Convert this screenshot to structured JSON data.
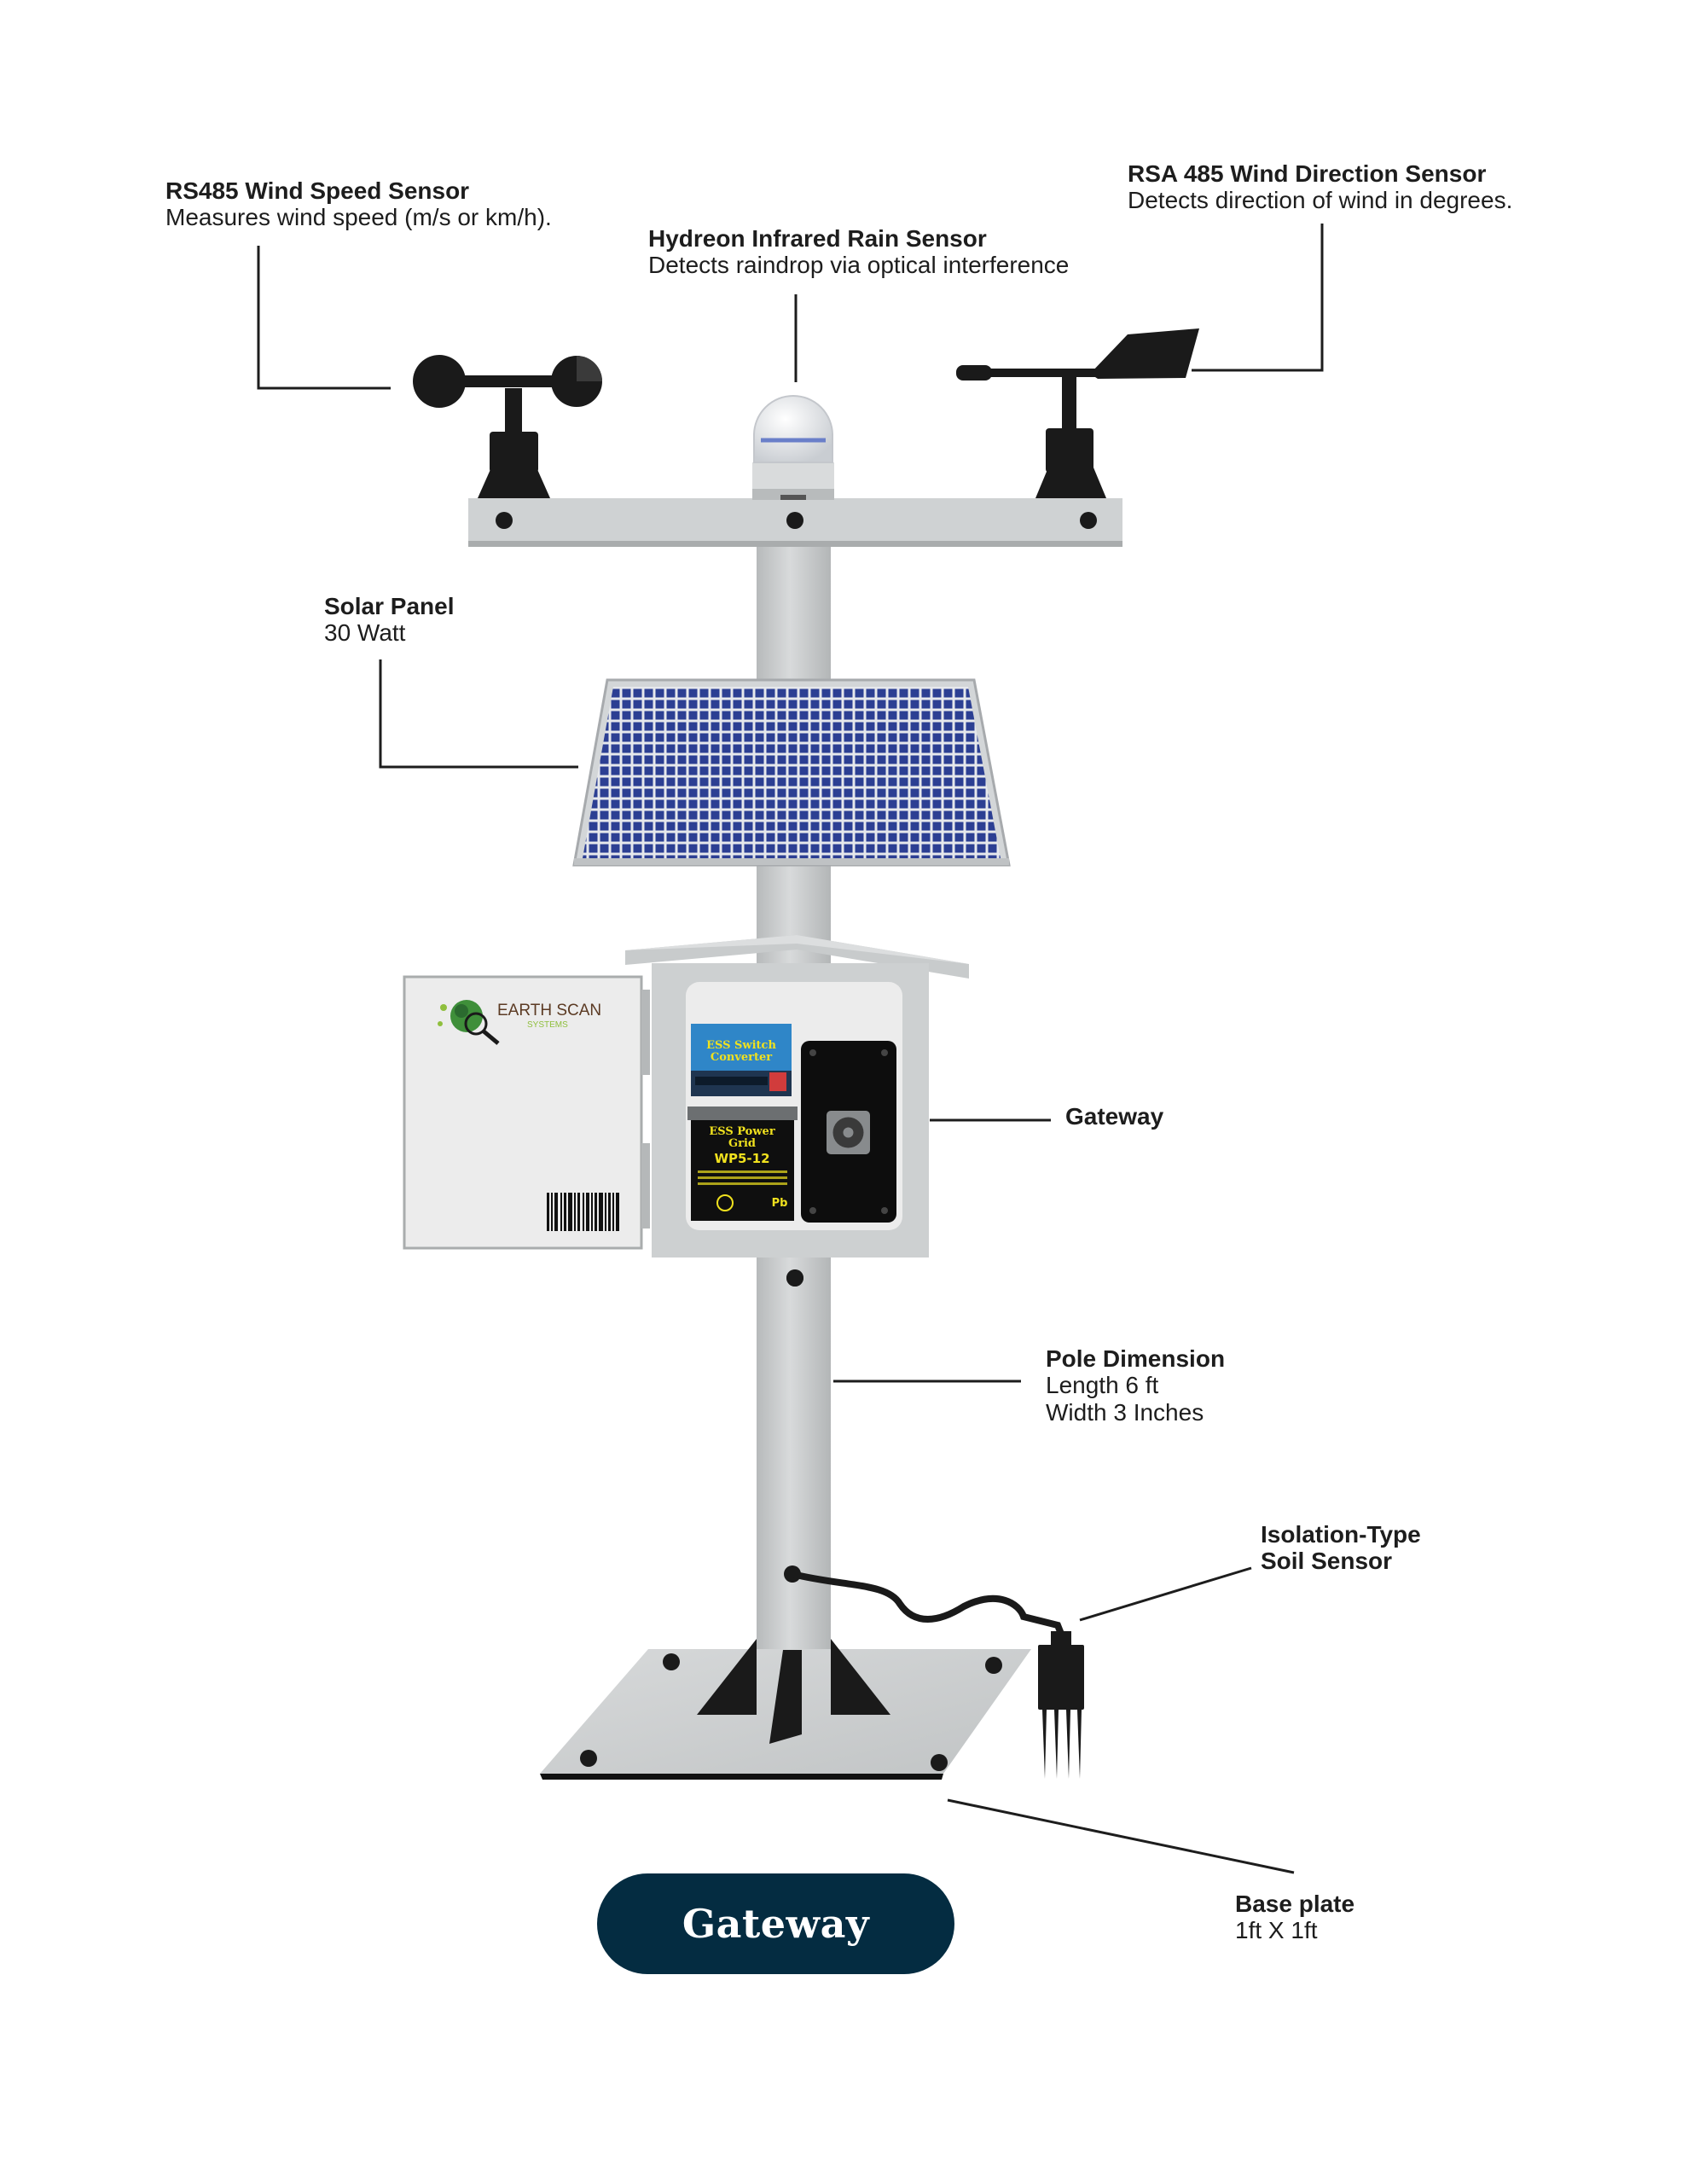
{
  "labels": {
    "wind_speed": {
      "title": "RS485 Wind Speed Sensor",
      "subtitle": "Measures wind speed (m/s or km/h)."
    },
    "rain": {
      "title": "Hydreon Infrared Rain Sensor",
      "subtitle": "Detects raindrop via optical interference"
    },
    "wind_direction": {
      "title": "RSA 485 Wind Direction Sensor",
      "subtitle": "Detects direction of wind in degrees."
    },
    "solar_panel": {
      "title": "Solar Panel",
      "subtitle": "30 Watt"
    },
    "gateway": {
      "title": "Gateway"
    },
    "pole": {
      "title": "Pole Dimension",
      "line1": "Length 6 ft",
      "line2": "Width 3 Inches"
    },
    "soil_sensor": {
      "title1": "Isolation-Type",
      "title2": "Soil Sensor"
    },
    "base_plate": {
      "title": "Base plate",
      "subtitle": "1ft X 1ft"
    }
  },
  "enclosure": {
    "logo_main": "EARTH SCAN",
    "logo_sub": "SYSTEMS",
    "switch_line1": "ESS Switch",
    "switch_line2": "Converter",
    "battery_line1": "ESS Power",
    "battery_line2": "Grid",
    "battery_model": "WP5-12",
    "battery_mark": "Pb"
  },
  "badge": {
    "label": "Gateway"
  },
  "colors": {
    "pole": "#c9cccd",
    "solar_cell": "#2c3f93",
    "badge_bg": "#042c41",
    "sensor_black": "#1a1a1a",
    "battery_text": "#f0e11e",
    "switch_blue": "#2f86c8"
  }
}
